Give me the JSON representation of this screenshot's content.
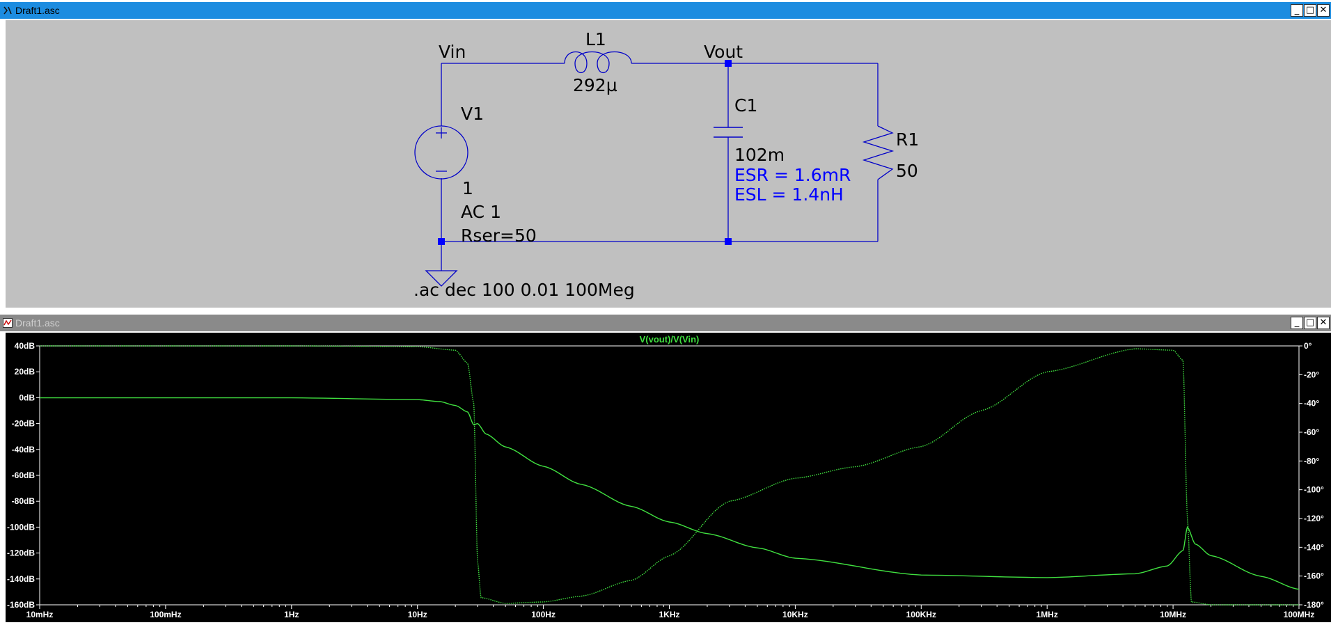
{
  "top_window": {
    "title": "Draft1.asc"
  },
  "bottom_window": {
    "title": "Draft1.asc"
  },
  "window_buttons": {
    "minimize": "_",
    "maximize": "□",
    "close": "✕"
  },
  "schematic": {
    "labels": {
      "vin": "Vin",
      "vout": "Vout",
      "l1_name": "L1",
      "l1_value": "292µ",
      "v1_name": "V1",
      "v1_dc": "1",
      "v1_ac": "AC 1",
      "v1_rser": "Rser=50",
      "c1_name": "C1",
      "c1_value": "102m",
      "c1_esr": "ESR = 1.6mR",
      "c1_esl": "ESL = 1.4nH",
      "r1_name": "R1",
      "r1_value": "50",
      "directive": ".ac dec 100 0.01 100Meg"
    },
    "wire_color": "#0000c8",
    "param_color": "#0000ff"
  },
  "plot": {
    "trace_label": "V(vout)/V(Vin)",
    "trace_color": "#40e040",
    "left_ticks": [
      "40dB",
      "20dB",
      "0dB",
      "-20dB",
      "-40dB",
      "-60dB",
      "-80dB",
      "-100dB",
      "-120dB",
      "-140dB",
      "-160dB"
    ],
    "right_ticks": [
      "0°",
      "-20°",
      "-40°",
      "-60°",
      "-80°",
      "-100°",
      "-120°",
      "-140°",
      "-160°",
      "-180°"
    ],
    "x_ticks": [
      "10mHz",
      "100mHz",
      "1Hz",
      "10Hz",
      "100Hz",
      "1KHz",
      "10KHz",
      "100KHz",
      "1MHz",
      "10MHz",
      "100MHz"
    ]
  },
  "chart_data": {
    "type": "line",
    "title": "V(vout)/V(Vin)",
    "xlabel": "",
    "ylabel": "",
    "x_scale": "log",
    "xlim": [
      0.01,
      100000000
    ],
    "ylim": [
      -160,
      40
    ],
    "y2lim": [
      -180,
      0
    ],
    "grid": false,
    "series": [
      {
        "unit": "dB",
        "x": [
          0.01,
          1,
          10,
          15,
          20,
          25,
          28,
          30,
          35,
          50,
          100,
          200,
          500,
          1000,
          2000,
          5000,
          10000,
          100000,
          1000000,
          5000000,
          9000000,
          12000000,
          13000000,
          15000000,
          20000000,
          50000000,
          100000000
        ],
        "values": [
          -0.1,
          -0.1,
          -1.5,
          -3,
          -6,
          -11,
          -21,
          -20,
          -28,
          -38,
          -53,
          -67,
          -84,
          -96,
          -105,
          -116,
          -124,
          -137,
          -139,
          -136,
          -130,
          -118,
          -100,
          -113,
          -122,
          -138,
          -148
        ]
      },
      {
        "unit": "deg",
        "x": [
          0.01,
          1,
          10,
          20,
          25,
          28,
          30,
          32,
          50,
          100,
          200,
          500,
          1000,
          3000,
          10000,
          30000,
          100000,
          300000,
          1000000,
          5000000,
          10000000,
          12000000,
          13000000,
          14000000,
          20000000,
          100000000
        ],
        "values": [
          0,
          0,
          -0.5,
          -3,
          -12,
          -40,
          -150,
          -175,
          -179,
          -178,
          -174,
          -163,
          -146,
          -108,
          -92,
          -84,
          -70,
          -45,
          -18,
          -2,
          -3,
          -10,
          -120,
          -178,
          -180,
          -180
        ]
      }
    ]
  }
}
